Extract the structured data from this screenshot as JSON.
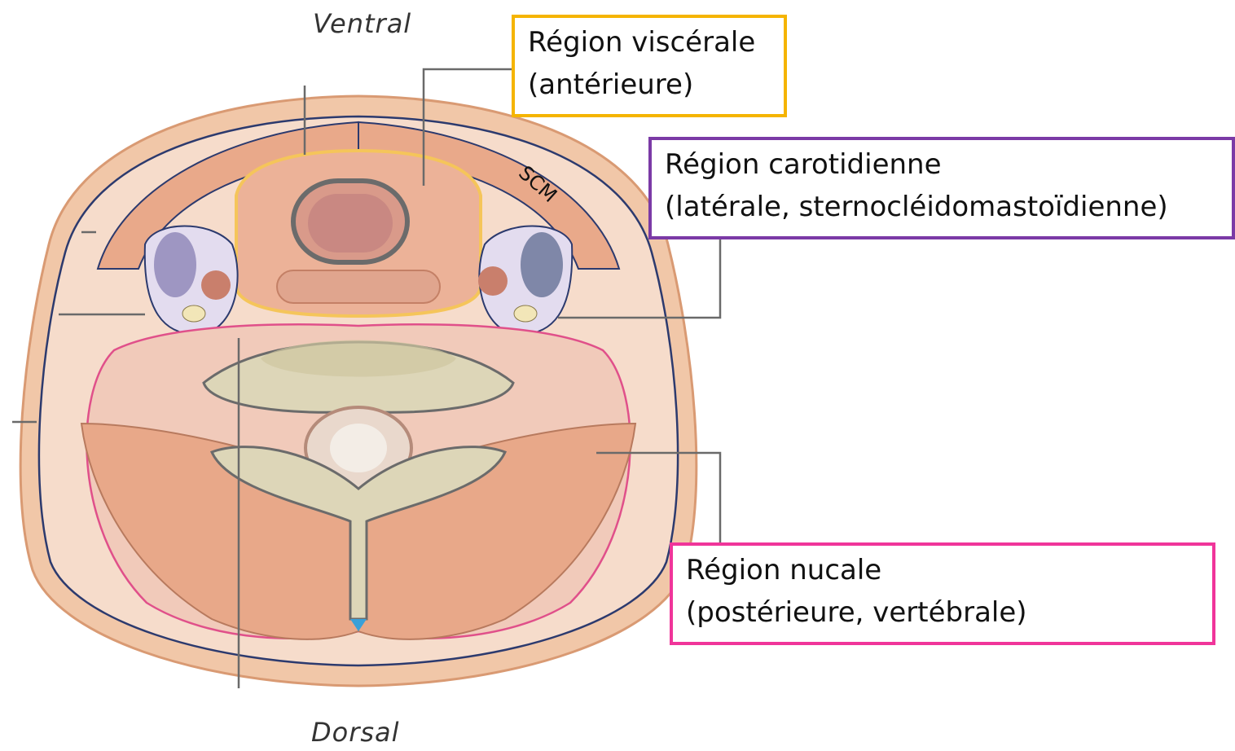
{
  "orientation": {
    "ventral": "Ventral",
    "dorsal": "Dorsal"
  },
  "muscle_label": "SCM",
  "regions": {
    "visceral": {
      "line1": "Région viscérale",
      "line2": "(antérieure)",
      "color": "#f5b400"
    },
    "carotid": {
      "line1": "Région carotidienne",
      "line2": "(latérale, sternocléidomastoïdienne)",
      "color": "#7b3aa6"
    },
    "nucal": {
      "line1": "Région nucale",
      "line2": "(postérieure, vertébrale)",
      "color": "#f0359a"
    }
  }
}
